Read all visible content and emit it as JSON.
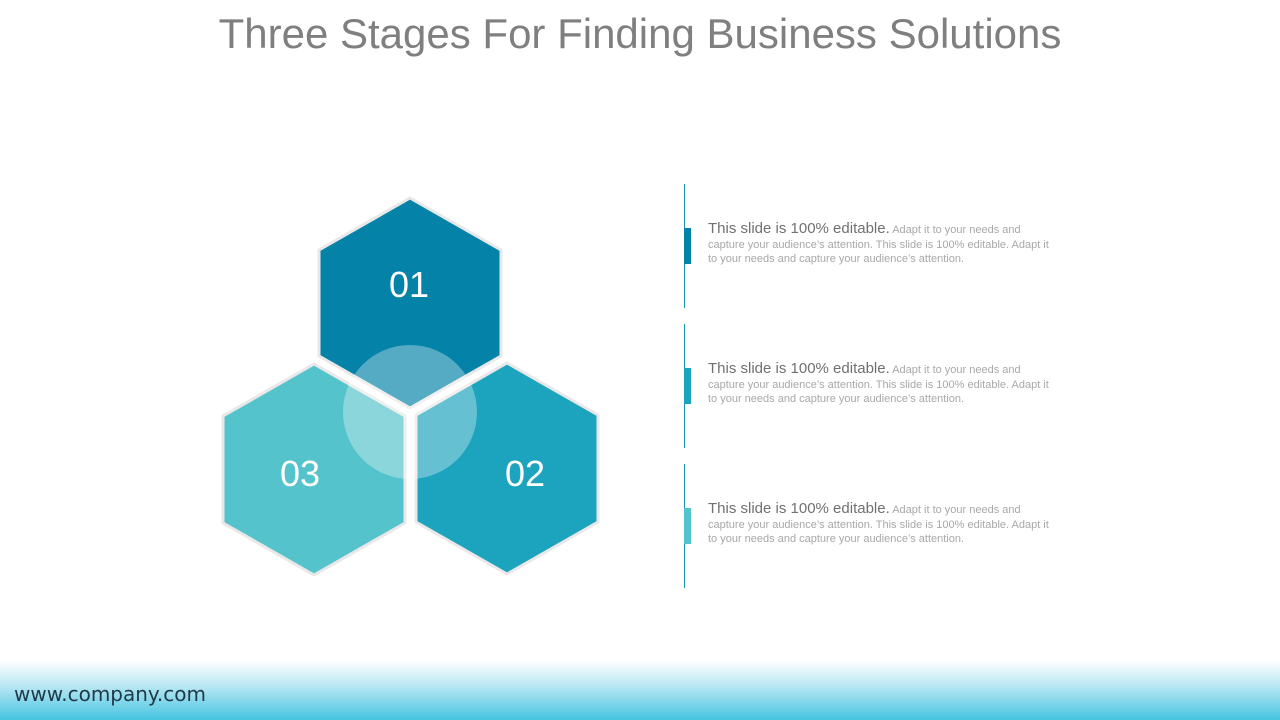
{
  "slide": {
    "title": "Three Stages For Finding Business Solutions",
    "footer_url": "www.company.com"
  },
  "hexagons": [
    {
      "label": "01",
      "color": "#0582a8"
    },
    {
      "label": "02",
      "color": "#1ca3bd"
    },
    {
      "label": "03",
      "color": "#55c3cb"
    }
  ],
  "center_circle_color": "#ffffff",
  "items": [
    {
      "lead": "This slide is 100% editable.",
      "body": "Adapt it to your needs and capture your audience’s attention. This slide is 100% editable. Adapt it to your needs and capture your audience’s attention.",
      "marker_color": "#0582a8"
    },
    {
      "lead": "This slide is 100% editable.",
      "body": "Adapt it to your needs and capture your audience’s attention. This slide is 100% editable. Adapt it to your needs and capture your audience’s attention.",
      "marker_color": "#1ca3bd"
    },
    {
      "lead": "This slide is 100% editable.",
      "body": "Adapt it to your needs and capture your audience’s attention. This slide is 100% editable. Adapt it to your needs and capture your audience’s attention.",
      "marker_color": "#55c3cb"
    }
  ]
}
